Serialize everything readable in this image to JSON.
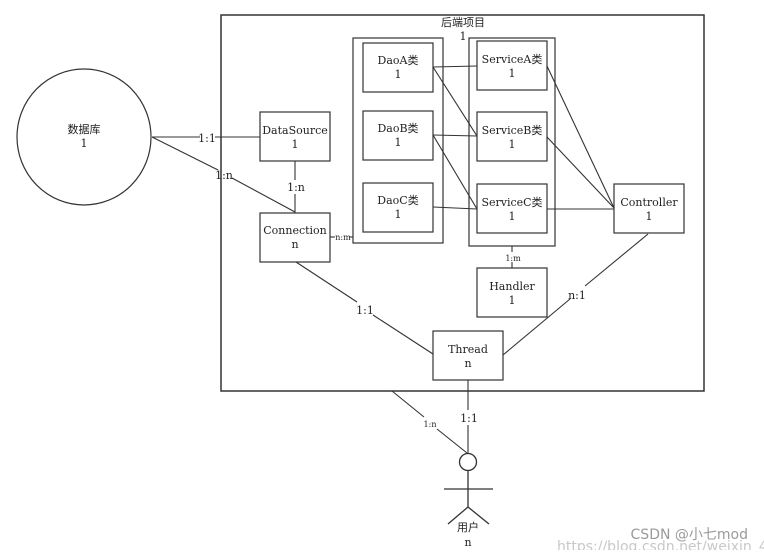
{
  "project": {
    "title": "后端项目",
    "mult": "1"
  },
  "database": {
    "name": "数据库",
    "mult": "1"
  },
  "datasource": {
    "name": "DataSource",
    "mult": "1"
  },
  "connection": {
    "name": "Connection",
    "mult": "n"
  },
  "dao_a": {
    "name": "DaoA类",
    "mult": "1"
  },
  "dao_b": {
    "name": "DaoB类",
    "mult": "1"
  },
  "dao_c": {
    "name": "DaoC类",
    "mult": "1"
  },
  "service_a": {
    "name": "ServiceA类",
    "mult": "1"
  },
  "service_b": {
    "name": "ServiceB类",
    "mult": "1"
  },
  "service_c": {
    "name": "ServiceC类",
    "mult": "1"
  },
  "handler": {
    "name": "Handler",
    "mult": "1"
  },
  "controller": {
    "name": "Controller",
    "mult": "1"
  },
  "thread": {
    "name": "Thread",
    "mult": "n"
  },
  "user": {
    "name": "用户",
    "mult": "n"
  },
  "edges": {
    "db_datasource": "1:1",
    "db_connection": "1:n",
    "datasource_connection": "1:n",
    "connection_dao": "n:m",
    "service_handler": "1:m",
    "connection_thread": "1:1",
    "controller_thread": "n:1",
    "thread_user": "1:1",
    "project_user": "1:n"
  },
  "watermark": {
    "brand": "CSDN @小七mod",
    "url": "https://blog.csdn.net/weixin_4"
  }
}
